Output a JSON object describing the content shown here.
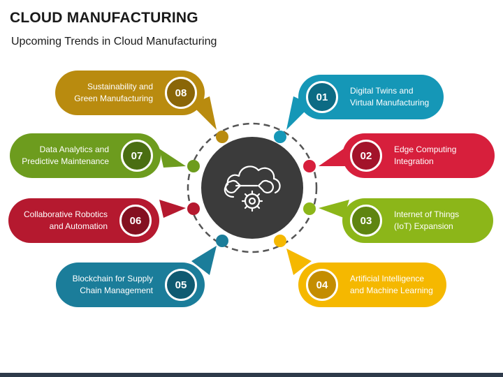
{
  "header": {
    "title": "CLOUD MANUFACTURING",
    "subtitle": "Upcoming Trends in Cloud Manufacturing"
  },
  "center": {
    "icon": "cloud-wrench-gear-icon"
  },
  "items": [
    {
      "number": "01",
      "label": "Digital Twins and\nVirtual Manufacturing",
      "color": "#1597b7",
      "dark": "#0c6b84"
    },
    {
      "number": "02",
      "label": "Edge Computing\nIntegration",
      "color": "#d71f3c",
      "dark": "#a3132a"
    },
    {
      "number": "03",
      "label": "Internet of Things\n(IoT) Expansion",
      "color": "#8cb619",
      "dark": "#5f8510"
    },
    {
      "number": "04",
      "label": "Artificial Intelligence\nand Machine Learning",
      "color": "#f5b800",
      "dark": "#c48d00"
    },
    {
      "number": "05",
      "label": "Blockchain for Supply\nChain Management",
      "color": "#1b7d9a",
      "dark": "#0f5a71"
    },
    {
      "number": "06",
      "label": "Collaborative Robotics\nand Automation",
      "color": "#b5192f",
      "dark": "#841020"
    },
    {
      "number": "07",
      "label": "Data Analytics and\nPredictive Maintenance",
      "color": "#6d9c1e",
      "dark": "#4a6e12"
    },
    {
      "number": "08",
      "label": "Sustainability and\nGreen Manufacturing",
      "color": "#b98b0f",
      "dark": "#8a6608"
    }
  ]
}
